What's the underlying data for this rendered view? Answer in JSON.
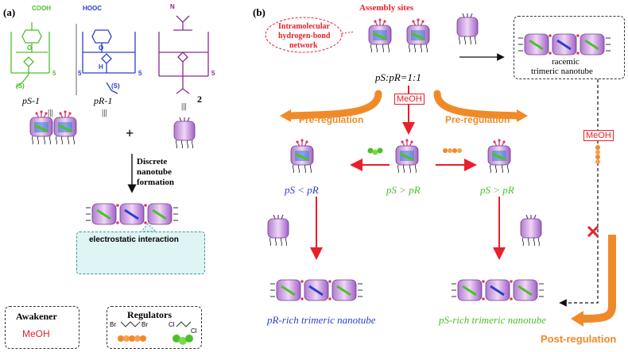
{
  "panel_a": {
    "label": "(a)",
    "cooh": "COOH",
    "hooc": "HOOC",
    "n_label": "N",
    "o_label": "O",
    "h_label": "H",
    "s_label": "(S)",
    "sub5_left": "5",
    "sub5_mid_left": "5",
    "sub5_mid_right": "5",
    "sub5_right": "5",
    "compound_ps": "pS-1",
    "compound_pr": "pR-1",
    "compound_2": "2",
    "triple_bar": "|||",
    "plus": "+",
    "discrete_line1": "Discrete",
    "discrete_line2": "nanotube",
    "discrete_line3": "formation",
    "electrostatic": "electrostatic interaction",
    "awakener_title": "Awakener",
    "awakener_value": "MeOH",
    "regulators_title": "Regulators",
    "br": "Br",
    "cl": "Cl"
  },
  "panel_b": {
    "label": "(b)",
    "assembly_sites": "Assembly sites",
    "intramolecular_line1": "Intramolecular",
    "intramolecular_line2": "hydrogen-bond",
    "intramolecular_line3": "network",
    "ratio": "pS:pR=1:1",
    "meoh_center": "MeOH",
    "pre_reg_left": "Pre-regulation",
    "pre_reg_right": "Pre-regulation",
    "racemic_line1": "racemic",
    "racemic_line2": "trimeric nanotube",
    "meoh_right": "MeOH",
    "ps_lt_pr": "pS < pR",
    "ps_gt_pr_mid": "pS > pR",
    "ps_gt_pr_right": "pS > pR",
    "pr_rich": "pR-rich trimeric nanotube",
    "ps_rich": "pS-rich trimeric nanotube",
    "post_regulation": "Post-regulation"
  },
  "colors": {
    "green": "#4cc02a",
    "blue": "#2a3fd0",
    "purple": "#8a2a90",
    "orange": "#f08a28",
    "red": "#e8202a",
    "pink": "#d83a6a",
    "teal": "#2f9f9f"
  }
}
